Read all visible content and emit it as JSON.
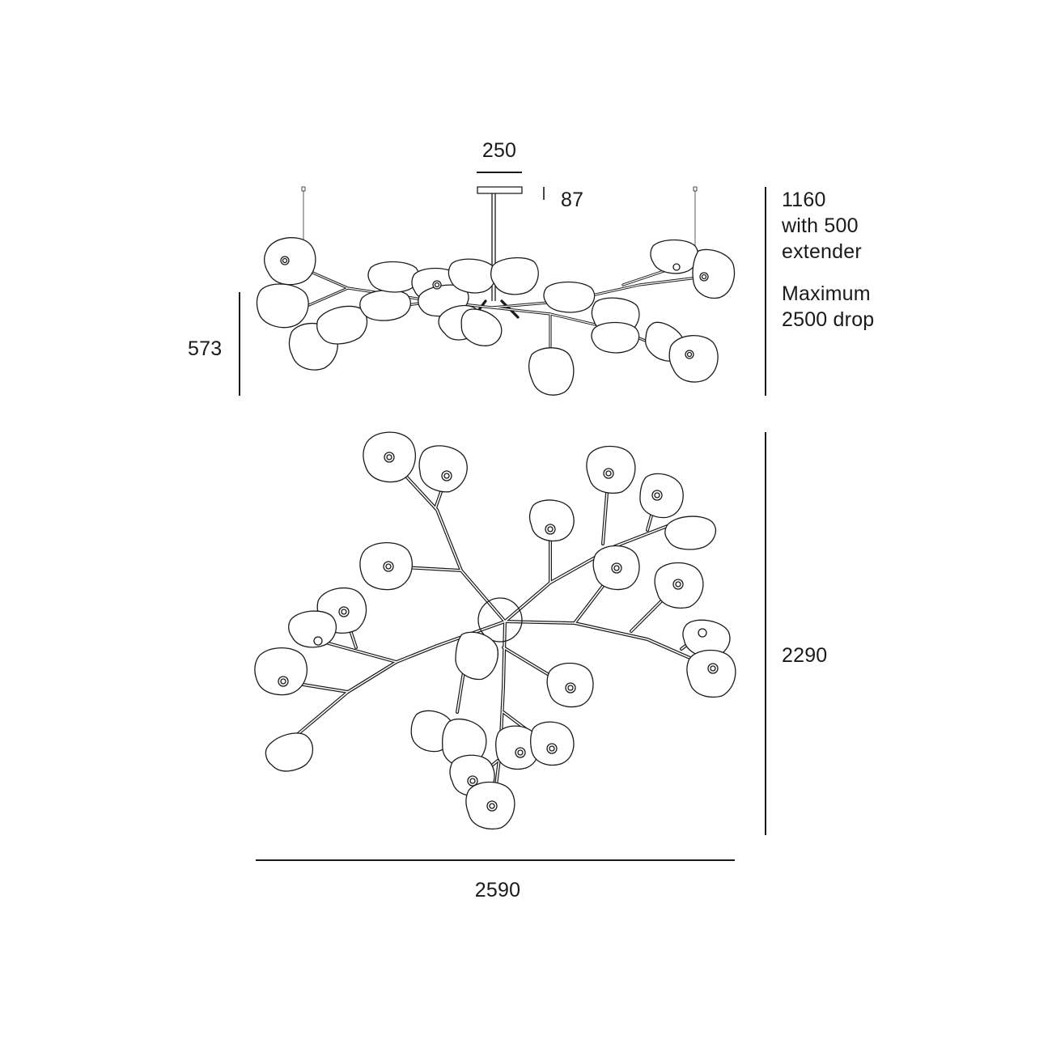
{
  "dimensions": {
    "canopy_width": "250",
    "canopy_height": "87",
    "drop_line1": "1160",
    "drop_line2": "with 500",
    "drop_line3": "extender",
    "max_line1": "Maximum",
    "max_line2": "2500 drop",
    "side_height": "573",
    "plan_depth": "2290",
    "plan_width": "2590"
  },
  "colors": {
    "line": "#1a1a1a",
    "leaf_fill": "#ffffff"
  }
}
